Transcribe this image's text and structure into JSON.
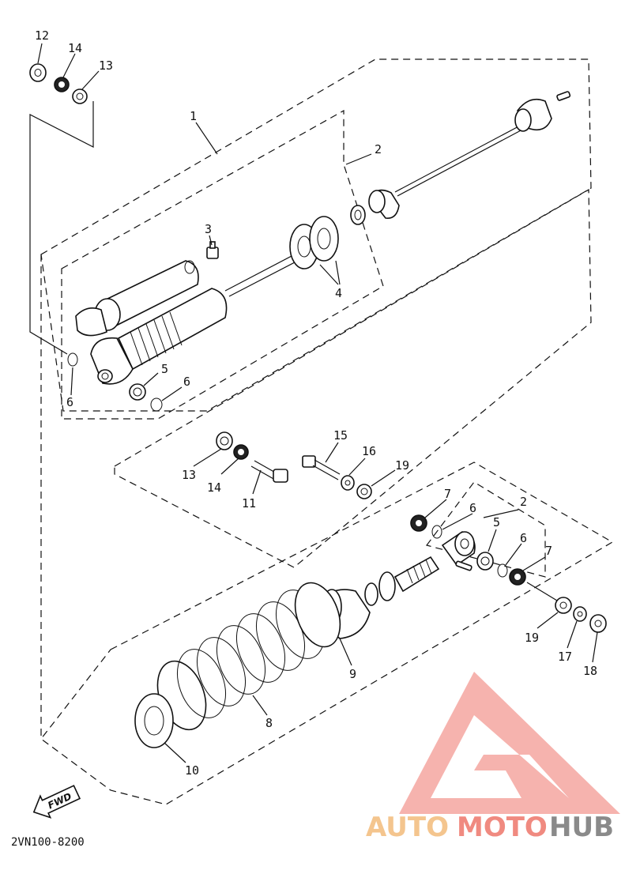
{
  "diagram_code": "2VN100-8200",
  "fwd_label": "FWD",
  "watermark": {
    "part1": "AUTO",
    "part2": "MOTO",
    "part3": "HUB",
    "color1": "#f4c58e",
    "color2": "#f08a80",
    "color3": "#8a8a8a",
    "logo_color": "#f4a6a0"
  },
  "callouts": {
    "c1": "1",
    "c2": "2",
    "c3": "3",
    "c4": "4",
    "c5": "5",
    "c6": "6",
    "c6b": "6",
    "c13": "13",
    "c14": "14",
    "c11": "11",
    "c12": "12",
    "c14t": "14",
    "c13t": "13",
    "c15": "15",
    "c16": "16",
    "c19": "19",
    "c7": "7",
    "c6c": "6",
    "c2b": "2",
    "c5b": "5",
    "c6d": "6",
    "c7b": "7",
    "c19b": "19",
    "c17": "17",
    "c18": "18",
    "c9": "9",
    "c8": "8",
    "c10": "10"
  }
}
